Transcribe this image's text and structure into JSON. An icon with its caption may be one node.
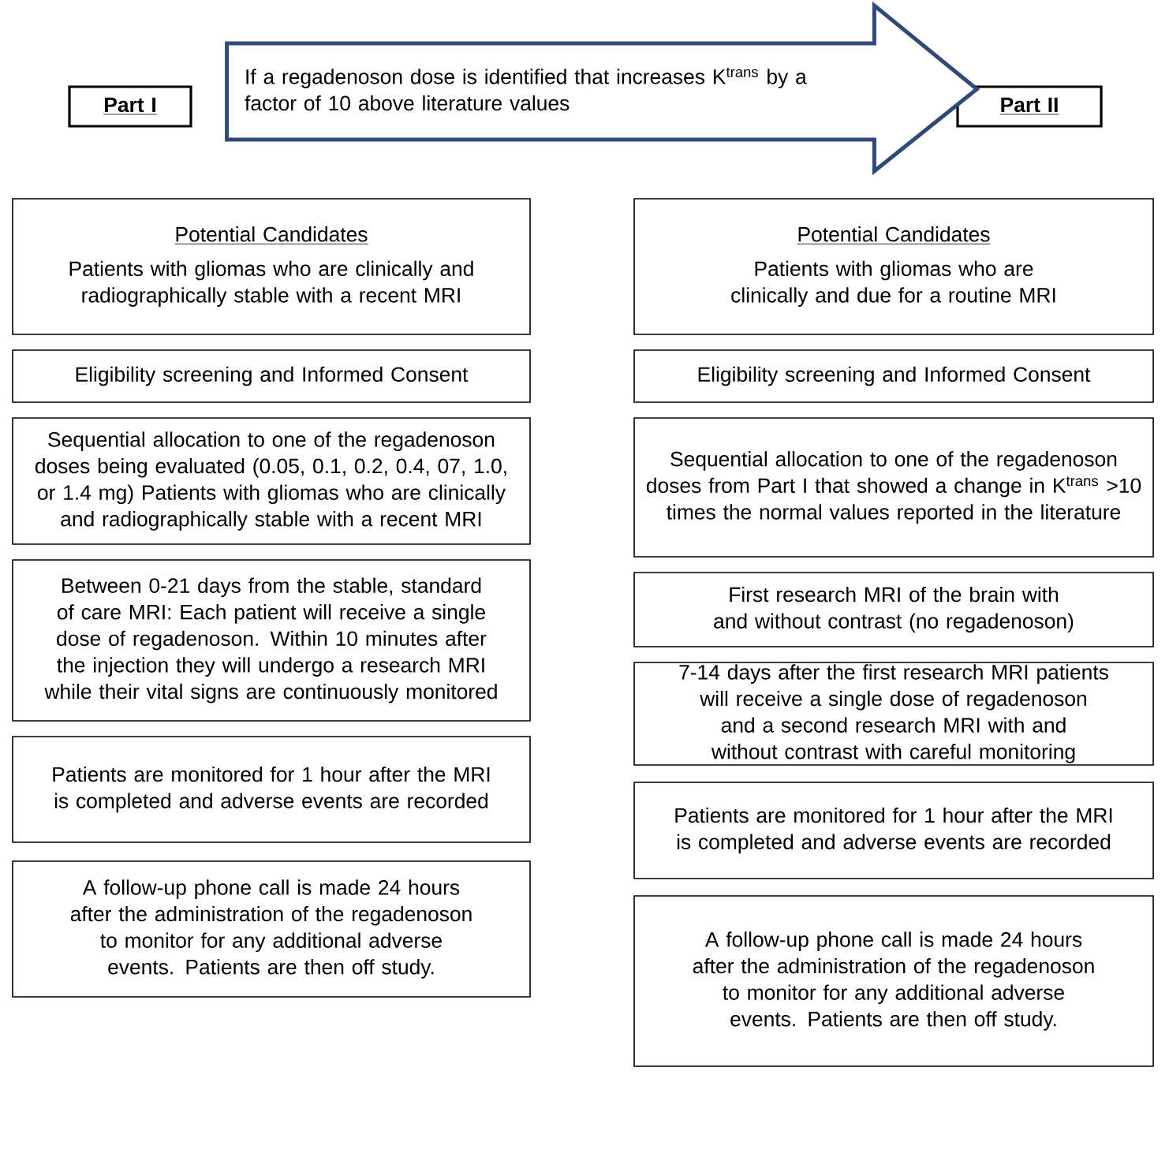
{
  "diagram": {
    "nodes": [
      {
        "text": [
          "Part I"
        ]
      },
      {
        "text": [
          "Part II"
        ]
      },
      {
        "text": [
          "Potential Candidates",
          "Patients with gliomas who are clinically and radiographically stable with a recent MRI"
        ]
      },
      {
        "text": [
          "Eligibility screening and Informed Consent"
        ]
      },
      {
        "text": [
          "Sequential allocation to one of the regadenoson doses being evaluated (0.05, 0.1, 0.2, 0.4, 07, 1.0, or 1.4 mg) Patients with gliomas who are clinically and radiographically stable with a recent MRI"
        ]
      },
      {
        "text": [
          "Between 0-21 days from the stable, standard of care MRI: Each patient will receive a single dose of regadenoson. Within 10 minutes after the injection they will undergo a research MRI while their vital signs are continuously monitored"
        ]
      },
      {
        "text": [
          "Patients are monitored for 1 hour after the MRI is completed and adverse events are recorded"
        ]
      },
      {
        "text": [
          "A follow-up phone call is made 24 hours after the administration of the regadenoson to monitor for any additional adverse events. Patients are then off study."
        ]
      },
      {
        "text": [
          "Potential Candidates",
          "Patients with gliomas who are clinically and due for a routine MRI"
        ]
      },
      {
        "text": [
          "Eligibility screening and Informed Consent"
        ]
      },
      {
        "text": [
          "Sequential allocation to one of the regadenoson doses from Part I that showed a change in K$^{trans}$ >10 times the normal values reported in the literature"
        ]
      },
      {
        "text": [
          "First research MRI of the brain with and without contrast (no regadenoson)"
        ]
      },
      {
        "text": [
          "7-14 days after the first research MRI patients will receive a single dose of regadenoson and a second research MRI with and without contrast with careful monitoring"
        ]
      },
      {
        "text": [
          "Patients are monitored for 1 hour after the MRI is completed and adverse events are recorded"
        ]
      },
      {
        "text": [
          "A follow-up phone call is made 24 hours after the administration of the regadenoson to monitor for any additional adverse events.  Patients are then off study."
        ]
      }
    ],
    "edges": [
      {
        "from": 0,
        "to": 1,
        "arrow": "to",
        "label": "If a regadenoson dose is identified that increases K$^{trans}$ by a factor of 10 above literature values"
      }
    ]
  }
}
